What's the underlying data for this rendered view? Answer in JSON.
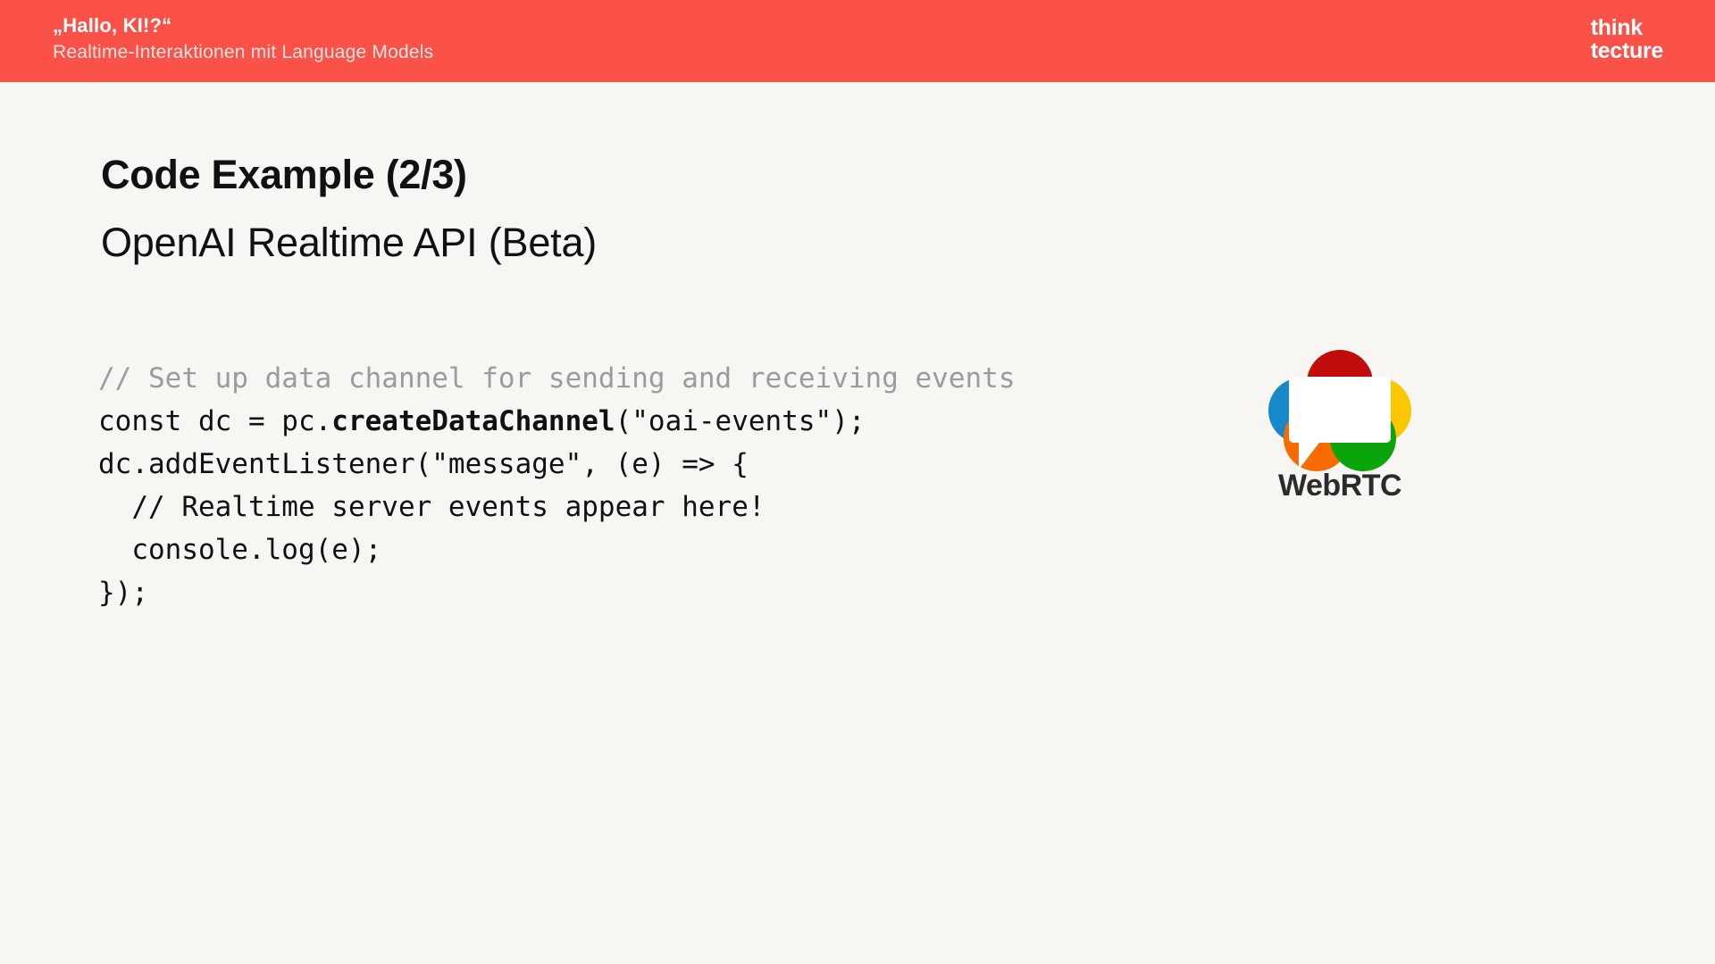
{
  "header": {
    "title": "„Hallo, KI!?“",
    "subtitle": "Realtime-Interaktionen mit Language Models",
    "brand_color": "#fa5148",
    "logo": {
      "line1": "think",
      "line2": "tecture"
    }
  },
  "slide": {
    "title": "Code Example (2/3)",
    "subtitle": "OpenAI Realtime API (Beta)",
    "background_color": "#f7f6f3",
    "text_color": "#13110f"
  },
  "code": {
    "language": "javascript",
    "comment_color": "#9b9b99",
    "lines": [
      {
        "segments": [
          {
            "text": "// Set up data channel for sending and receiving events",
            "style": "comment"
          }
        ]
      },
      {
        "segments": [
          {
            "text": "const dc = pc.",
            "style": "plain"
          },
          {
            "text": "createDataChannel",
            "style": "bold"
          },
          {
            "text": "(\"oai-events\");",
            "style": "plain"
          }
        ]
      },
      {
        "segments": [
          {
            "text": "dc.addEventListener(\"message\", (e) => {",
            "style": "plain"
          }
        ]
      },
      {
        "segments": [
          {
            "text": "  // Realtime server events appear here!",
            "style": "plain"
          }
        ]
      },
      {
        "segments": [
          {
            "text": "  console.log(e);",
            "style": "plain"
          }
        ]
      },
      {
        "segments": [
          {
            "text": "});",
            "style": "plain"
          }
        ]
      }
    ]
  },
  "webrtc_logo": {
    "wordmark": "WebRTC",
    "colors": {
      "red": "#c10c0c",
      "blue": "#1789ca",
      "yellow": "#fbc800",
      "orange": "#f96a00",
      "green": "#0aa50a",
      "bubble": "#ffffff"
    }
  }
}
